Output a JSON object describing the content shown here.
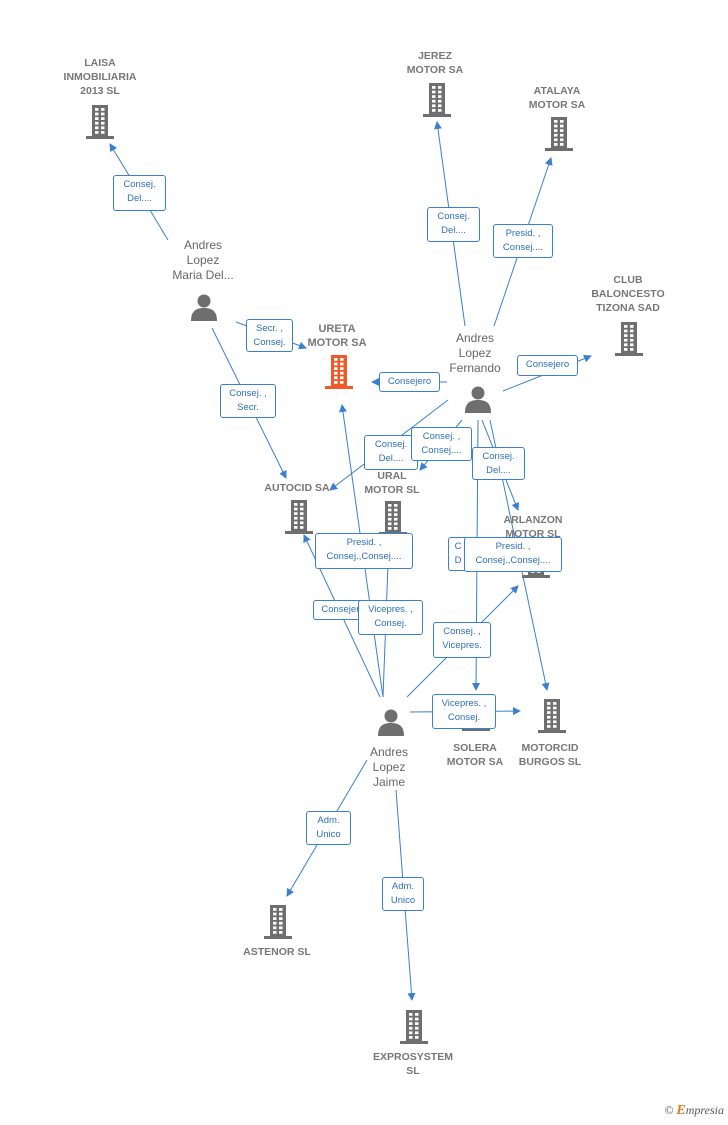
{
  "colors": {
    "edge": "#3a7fd0",
    "icon": "#6e6e6e",
    "main_company": "#f05a28"
  },
  "companies": [
    {
      "id": "laisa",
      "lines": [
        "LAISA",
        "INMOBILIARIA",
        "2013 SL"
      ]
    },
    {
      "id": "jerez",
      "lines": [
        "JEREZ",
        "MOTOR SA"
      ]
    },
    {
      "id": "atalaya",
      "lines": [
        "ATALAYA",
        "MOTOR SA"
      ]
    },
    {
      "id": "club",
      "lines": [
        "CLUB",
        "BALONCESTO",
        "TIZONA SAD"
      ]
    },
    {
      "id": "ureta",
      "lines": [
        "URETA",
        "MOTOR SA"
      ]
    },
    {
      "id": "autocid",
      "lines": [
        "AUTOCID SA"
      ]
    },
    {
      "id": "ural",
      "lines": [
        "URAL",
        "MOTOR SL"
      ]
    },
    {
      "id": "arlanzon",
      "lines": [
        "ARLANZON",
        "MOTOR SL"
      ]
    },
    {
      "id": "solera",
      "lines": [
        "SOLERA",
        "MOTOR SA"
      ]
    },
    {
      "id": "motorcid",
      "lines": [
        "MOTORCID",
        "BURGOS SL"
      ]
    },
    {
      "id": "astenor",
      "lines": [
        "ASTENOR SL"
      ]
    },
    {
      "id": "exprosystem",
      "lines": [
        "EXPROSYSTEM",
        "SL"
      ]
    }
  ],
  "persons": [
    {
      "id": "maria",
      "lines": [
        "Andres",
        "Lopez",
        "Maria Del..."
      ]
    },
    {
      "id": "fernando",
      "lines": [
        "Andres",
        "Lopez",
        "Fernando"
      ]
    },
    {
      "id": "jaime",
      "lines": [
        "Andres",
        "Lopez",
        "Jaime"
      ]
    }
  ],
  "edge_labels": [
    {
      "id": "maria-laisa",
      "lines": [
        "Consej.",
        "Del...."
      ]
    },
    {
      "id": "maria-ureta",
      "lines": [
        "Secr. ,",
        "Consej."
      ]
    },
    {
      "id": "maria-autocid",
      "lines": [
        "Consej. ,",
        "Secr."
      ]
    },
    {
      "id": "fern-jerez",
      "lines": [
        "Consej.",
        "Del...."
      ]
    },
    {
      "id": "fern-atalaya",
      "lines": [
        "Presid. ,",
        "Consej...."
      ]
    },
    {
      "id": "fern-club",
      "lines": [
        "Consejero"
      ]
    },
    {
      "id": "fern-ureta",
      "lines": [
        "Consejero"
      ]
    },
    {
      "id": "fern-autocid",
      "lines": [
        "Consej.",
        "Del...."
      ]
    },
    {
      "id": "fern-ural",
      "lines": [
        "Consej. ,",
        "Consej...."
      ]
    },
    {
      "id": "fern-arlanzon",
      "lines": [
        "Consej.",
        "Del...."
      ]
    },
    {
      "id": "jaime-arl-hidden",
      "lines": [
        "C",
        "D"
      ]
    },
    {
      "id": "jaime-arlanzon",
      "lines": [
        "Presid. ,",
        "Consej.,Consej...."
      ]
    },
    {
      "id": "jaime-ureta",
      "lines": [
        "Presid. ,",
        "Consej.,Consej...."
      ]
    },
    {
      "id": "jaime-autocid",
      "lines": [
        "Consejero"
      ]
    },
    {
      "id": "jaime-ural",
      "lines": [
        "Vicepres. ,",
        "Consej."
      ]
    },
    {
      "id": "jaime-arl2",
      "lines": [
        "Consej. ,",
        "Vicepres."
      ]
    },
    {
      "id": "jaime-motorcid",
      "lines": [
        "Vicepres. ,",
        "Consej."
      ]
    },
    {
      "id": "jaime-astenor",
      "lines": [
        "Adm.",
        "Unico"
      ]
    },
    {
      "id": "jaime-exprosystem",
      "lines": [
        "Adm.",
        "Unico"
      ]
    }
  ],
  "footer": {
    "copyright": "©",
    "brand_initial": "E",
    "brand_rest": "mpresia"
  }
}
